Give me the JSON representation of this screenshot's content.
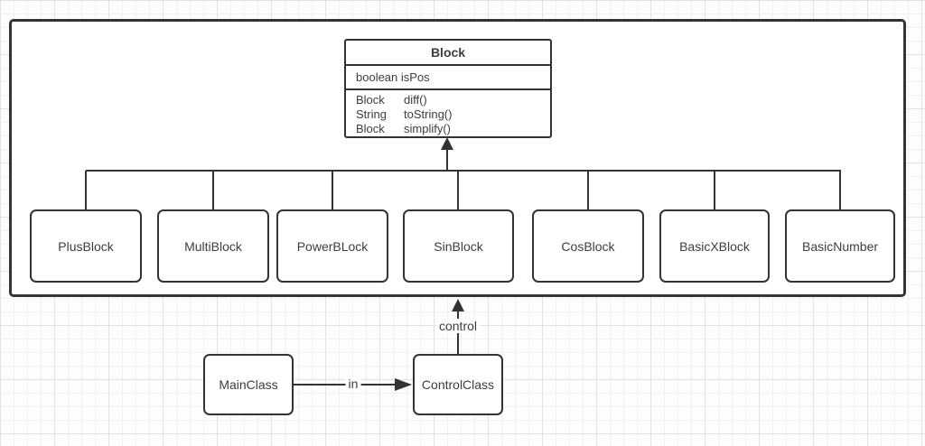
{
  "diagram": {
    "block_class": {
      "title": "Block",
      "attributes": [
        "boolean isPos"
      ],
      "methods": [
        {
          "type": "Block",
          "name": "diff()"
        },
        {
          "type": "String",
          "name": "toString()"
        },
        {
          "type": "Block",
          "name": "simplify()"
        }
      ]
    },
    "subclasses": [
      {
        "label": "PlusBlock"
      },
      {
        "label": "MultiBlock"
      },
      {
        "label": "PowerBLock"
      },
      {
        "label": "SinBlock"
      },
      {
        "label": "CosBlock"
      },
      {
        "label": "BasicXBlock"
      },
      {
        "label": "BasicNumber"
      }
    ],
    "bottom_classes": [
      {
        "label": "MainClass"
      },
      {
        "label": "ControlClass"
      }
    ],
    "edge_labels": {
      "in": "in",
      "control": "control"
    },
    "colors": {
      "stroke": "#333333",
      "text": "#3d3d3d",
      "fill": "#ffffff",
      "grid_minor": "#f0f0f0",
      "grid_major": "#e2e2e2"
    }
  }
}
